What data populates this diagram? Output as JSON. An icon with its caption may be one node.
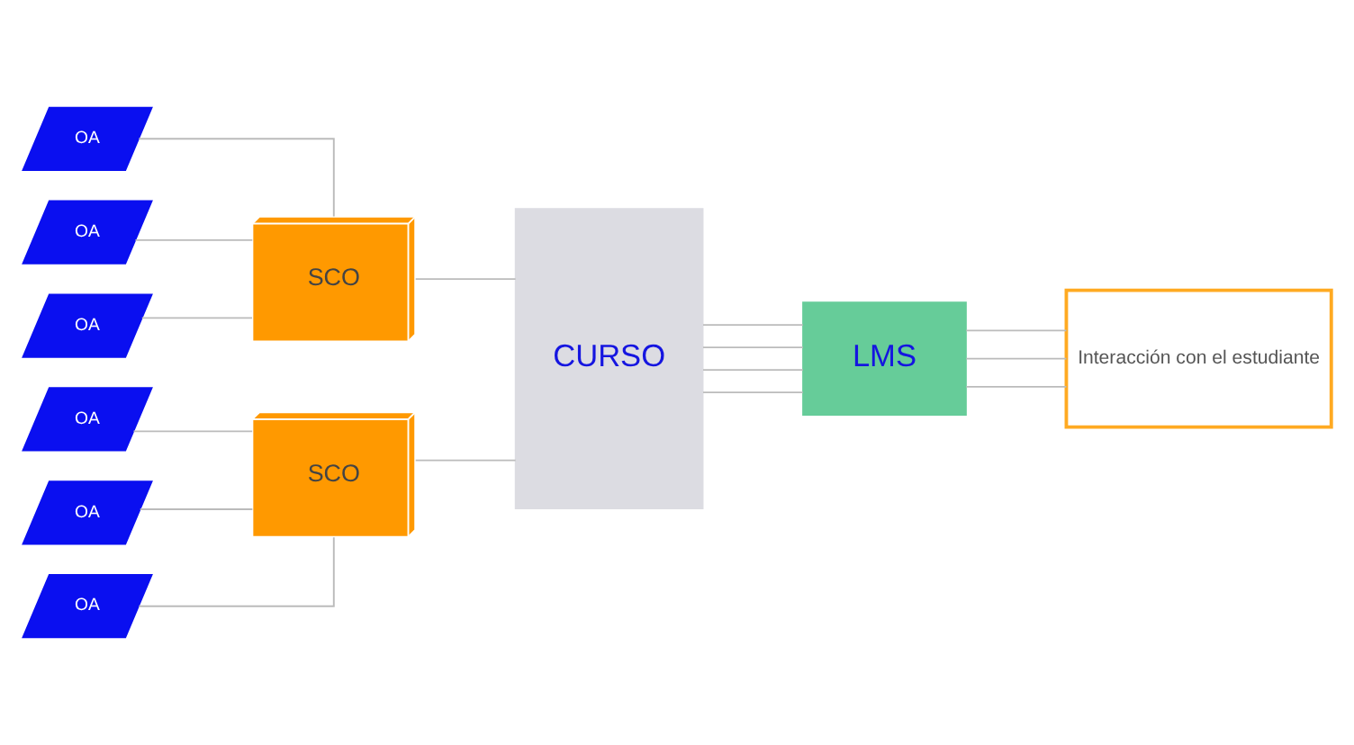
{
  "diagram": {
    "nodes": [
      {
        "text": [
          "OA"
        ]
      },
      {
        "text": [
          "OA"
        ]
      },
      {
        "text": [
          "OA"
        ]
      },
      {
        "text": [
          "SCO"
        ]
      },
      {
        "text": [
          "OA"
        ]
      },
      {
        "text": [
          "OA"
        ]
      },
      {
        "text": [
          "OA"
        ]
      },
      {
        "text": [
          "SCO"
        ]
      },
      {
        "text": [
          "CURSO"
        ]
      },
      {
        "text": [
          "LMS"
        ]
      },
      {
        "text": [
          "Interacción con el estudiante"
        ]
      }
    ],
    "edges": [
      {
        "from": 0,
        "to": 3,
        "arrow": "none"
      },
      {
        "from": 1,
        "to": 3,
        "arrow": "none"
      },
      {
        "from": 2,
        "to": 3,
        "arrow": "none"
      },
      {
        "from": 4,
        "to": 7,
        "arrow": "none"
      },
      {
        "from": 5,
        "to": 7,
        "arrow": "none"
      },
      {
        "from": 6,
        "to": 7,
        "arrow": "none"
      },
      {
        "from": 3,
        "to": 8,
        "arrow": "none"
      },
      {
        "from": 7,
        "to": 8,
        "arrow": "none"
      },
      {
        "from": 8,
        "to": 9,
        "arrow": "none"
      },
      {
        "from": 8,
        "to": 9,
        "arrow": "none"
      },
      {
        "from": 8,
        "to": 9,
        "arrow": "none"
      },
      {
        "from": 8,
        "to": 9,
        "arrow": "none"
      },
      {
        "from": 9,
        "to": 10,
        "arrow": "none"
      },
      {
        "from": 9,
        "to": 10,
        "arrow": "none"
      },
      {
        "from": 9,
        "to": 10,
        "arrow": "none"
      }
    ]
  }
}
